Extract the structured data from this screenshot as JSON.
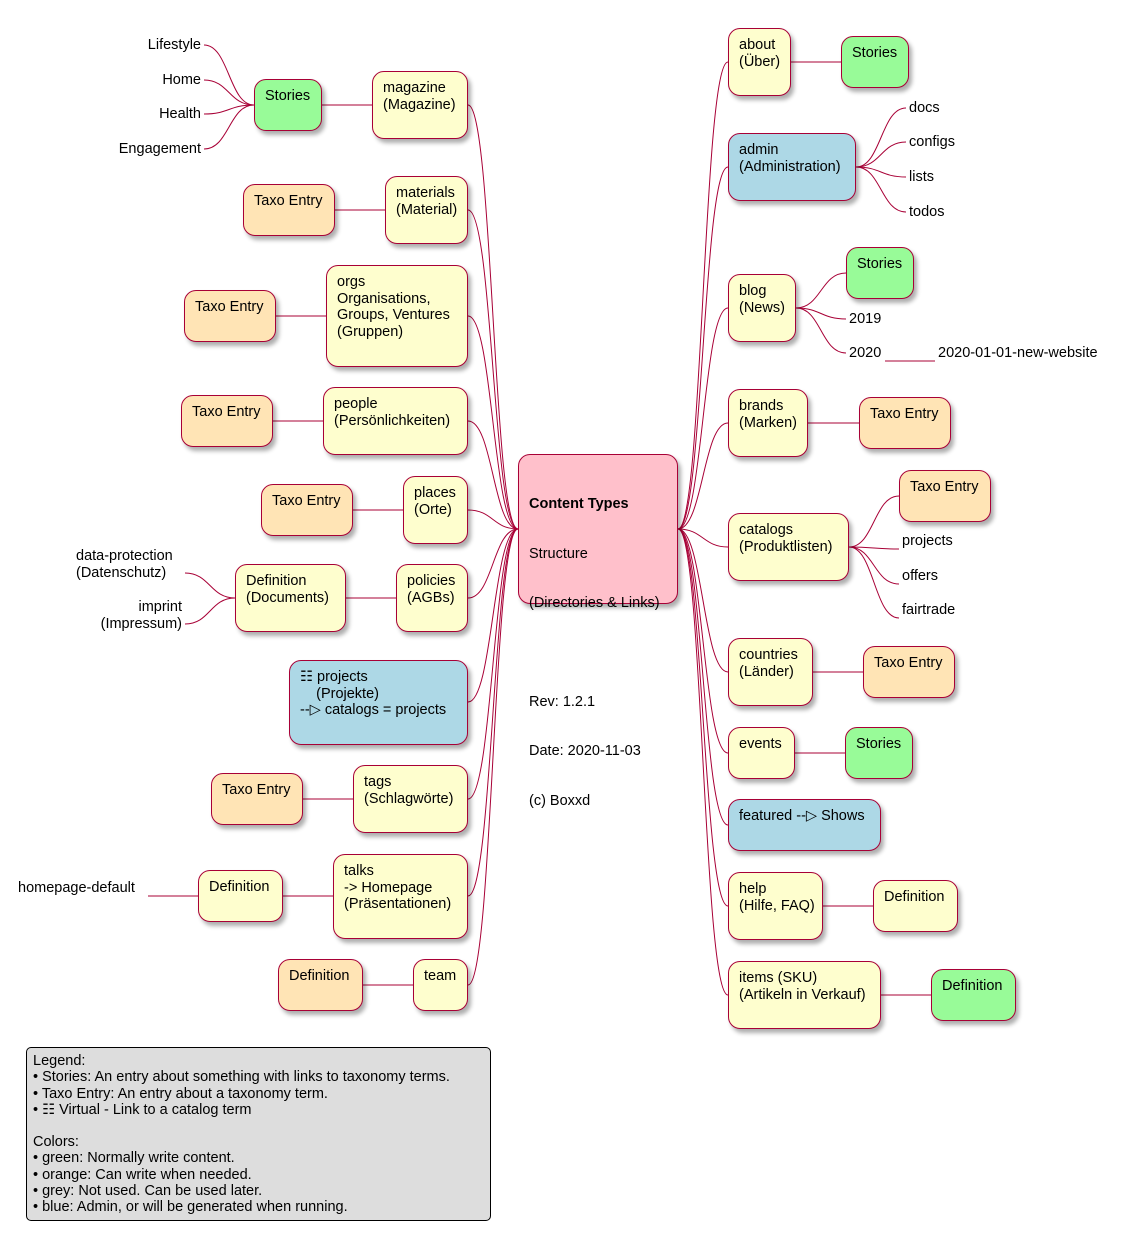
{
  "center": {
    "title": "Content Types",
    "lines": [
      "Structure",
      "(Directories & Links)",
      "",
      "Rev: 1.2.1",
      "Date: 2020-11-03",
      "(c) Boxxd"
    ]
  },
  "left": {
    "magazine": {
      "label": "magazine\n(Magazine)",
      "child": "Stories",
      "leaves": [
        "Lifestyle",
        "Home",
        "Health",
        "Engagement"
      ]
    },
    "materials": {
      "label": "materials\n(Material)",
      "child": "Taxo Entry"
    },
    "orgs": {
      "label": "orgs\nOrganisations,\nGroups, Ventures\n(Gruppen)",
      "child": "Taxo Entry"
    },
    "people": {
      "label": "people\n(Persönlichkeiten)",
      "child": "Taxo Entry"
    },
    "places": {
      "label": "places\n(Orte)",
      "child": "Taxo Entry"
    },
    "policies": {
      "label": "policies\n(AGBs)",
      "child": "Definition\n(Documents)",
      "leaves": [
        "data-protection\n(Datenschutz)",
        "imprint\n(Impressum)"
      ]
    },
    "projects": {
      "label": "☷ projects\n    (Projekte)\n--▷ catalogs = projects"
    },
    "tags": {
      "label": "tags\n(Schlagwörte)",
      "child": "Taxo Entry"
    },
    "talks": {
      "label": "talks\n-> Homepage\n(Präsentationen)",
      "child": "Definition",
      "leaves": [
        "homepage-default"
      ]
    },
    "team": {
      "label": "team",
      "child": "Definition"
    }
  },
  "right": {
    "about": {
      "label": "about\n(Über)",
      "child": "Stories"
    },
    "admin": {
      "label": "admin\n(Administration)",
      "leaves": [
        "docs",
        "configs",
        "lists",
        "todos"
      ]
    },
    "blog": {
      "label": "blog\n(News)",
      "child": "Stories",
      "leaves": [
        "2019",
        "2020"
      ],
      "subleaf": "2020-01-01-new-website"
    },
    "brands": {
      "label": "brands\n(Marken)",
      "child": "Taxo Entry"
    },
    "catalogs": {
      "label": "catalogs\n(Produktlisten)",
      "child": "Taxo Entry",
      "leaves": [
        "projects",
        "offers",
        "fairtrade"
      ]
    },
    "countries": {
      "label": "countries\n(Länder)",
      "child": "Taxo Entry"
    },
    "events": {
      "label": "events",
      "child": "Stories"
    },
    "featured": {
      "label": "featured --▷ Shows"
    },
    "help": {
      "label": "help\n(Hilfe, FAQ)",
      "child": "Definition"
    },
    "items": {
      "label": "items (SKU)\n(Artikeln in Verkauf)",
      "child": "Definition"
    }
  },
  "legend": {
    "heading": "Legend:",
    "entries": [
      "• Stories: An entry about something with links to taxonomy terms.",
      "• Taxo Entry: An entry about a taxonomy term.",
      "• ☷ Virtual - Link to a catalog term"
    ],
    "colors_heading": "Colors:",
    "colors": [
      "• green: Normally write content.",
      "• orange: Can write when needed.",
      "• grey: Not used. Can be used later.",
      "• blue: Admin, or will be generated when running."
    ]
  },
  "theme": {
    "line": "#a80036",
    "yellow": "#fefece",
    "green": "#98fb98",
    "orange": "#ffe4b5",
    "blue": "#add8e6",
    "pink": "#ffc0cb",
    "legend_bg": "#dddddd"
  }
}
